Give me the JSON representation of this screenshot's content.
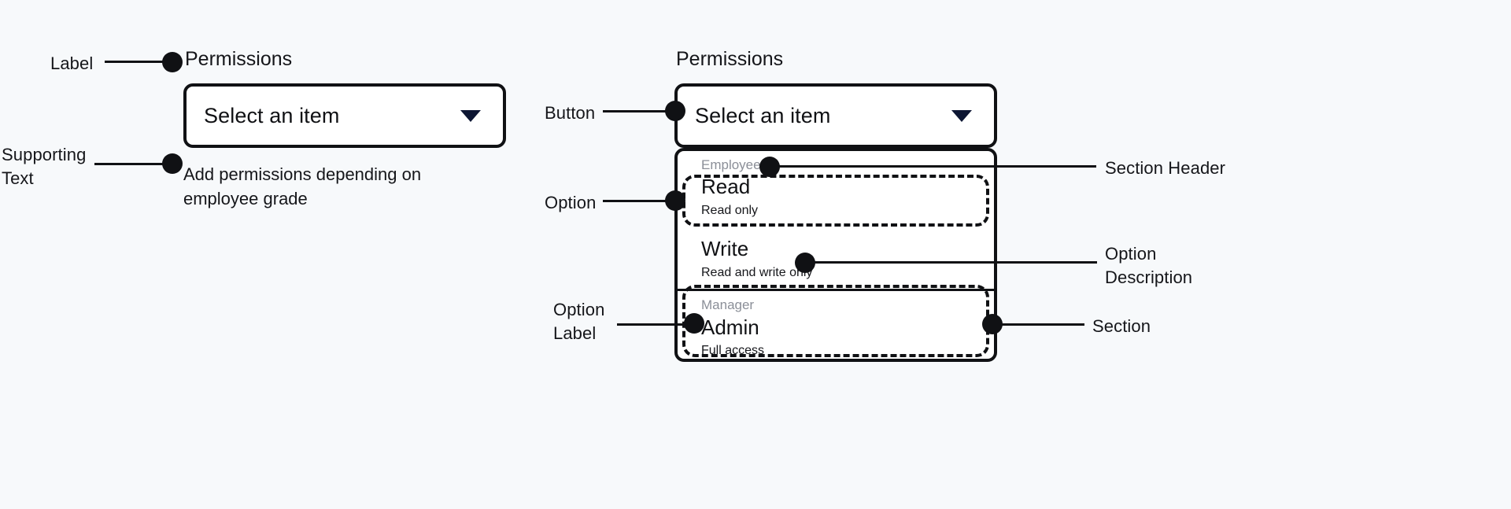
{
  "canvas": {
    "background": "#f7f9fb",
    "ink": "#101114"
  },
  "left_specimen": {
    "label": "Permissions",
    "button_value": "Select an item",
    "chevron_icon": "chevron-down-icon",
    "supporting_text": "Add permissions depending on employee grade"
  },
  "right_specimen": {
    "label": "Permissions",
    "button_value": "Select an item",
    "chevron_icon": "chevron-down-icon",
    "groups": [
      {
        "header": "Employees",
        "options": [
          {
            "label": "Read",
            "description": "Read only"
          },
          {
            "label": "Write",
            "description": "Read and write only"
          }
        ]
      },
      {
        "header": "Manager",
        "options": [
          {
            "label": "Admin",
            "description": "Full access"
          }
        ]
      }
    ]
  },
  "annotations": {
    "label": "Label",
    "supporting_text": "Supporting\nText",
    "button": "Button",
    "option": "Option",
    "option_label": "Option\nLabel",
    "section_header": "Section Header",
    "option_description": "Option\nDescription",
    "section": "Section"
  }
}
